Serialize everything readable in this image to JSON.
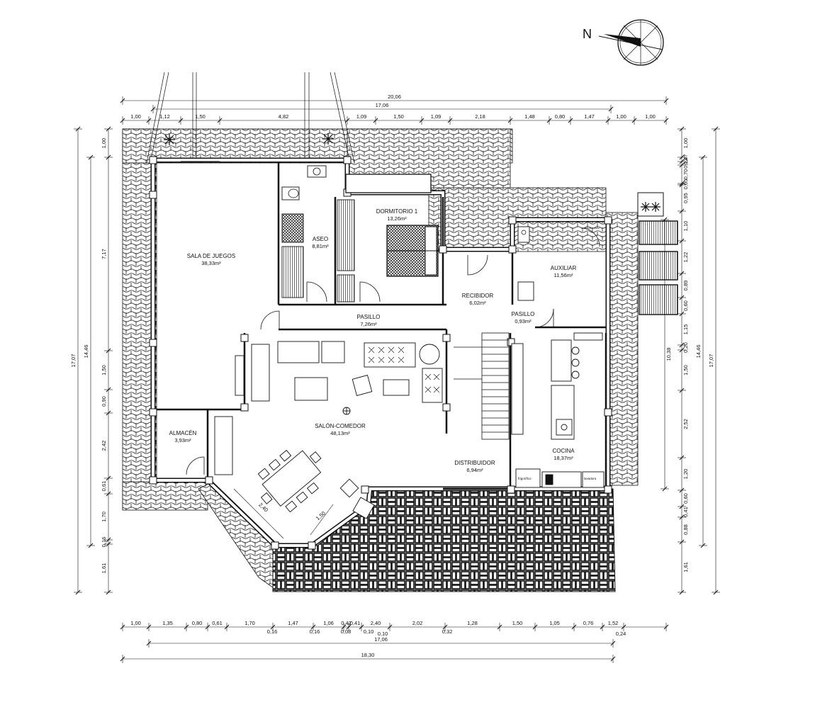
{
  "north": {
    "label": "N"
  },
  "rooms": [
    {
      "id": "sala",
      "name": "SALA DE JUEGOS",
      "area": "38,33m²"
    },
    {
      "id": "aseo",
      "name": "ASEO",
      "area": "8,81m²"
    },
    {
      "id": "dorm",
      "name": "DORMITORIO 1",
      "area": "13,26m²"
    },
    {
      "id": "recibidor",
      "name": "RECIBIDOR",
      "area": "6,02m²"
    },
    {
      "id": "auxiliar",
      "name": "AUXILIAR",
      "area": "11,56m²"
    },
    {
      "id": "pasillo1",
      "name": "PASILLO",
      "area": "7,26m²"
    },
    {
      "id": "pasillo2",
      "name": "PASILLO",
      "area": "0,93m²"
    },
    {
      "id": "salon",
      "name": "SALÓN-COMEDOR",
      "area": "48,13m²"
    },
    {
      "id": "almacen",
      "name": "ALMACÉN",
      "area": "3,93m²"
    },
    {
      "id": "cocina",
      "name": "COCINA",
      "area": "18,37m²"
    },
    {
      "id": "distribuidor",
      "name": "DISTRIBUIDOR",
      "area": "6,94m²"
    }
  ],
  "dimensions": {
    "top_overall": [
      "20,06",
      "17,06"
    ],
    "top_row": [
      "1,00",
      "1,12",
      "1,50",
      "4,82",
      "1,09",
      "1,50",
      "1,09",
      "2,18",
      "1,48",
      "0,80",
      "1,47",
      "1,00",
      "1,00"
    ],
    "bottom_row": [
      "1,00",
      "1,35",
      "0,80",
      "0,61",
      "1,70",
      "1,47",
      "1,06",
      "0,42",
      "0,41",
      "2,40",
      "2,02",
      "1,28",
      "1,50",
      "1,05",
      "0,76",
      "1,52"
    ],
    "bottom_small": [
      "0,16",
      "0,16",
      "0,08",
      "0,10",
      "0,10",
      "0,32",
      "0,24"
    ],
    "bottom_overall": [
      "17,06",
      "18,30"
    ],
    "left_outer": "17,07",
    "left_inner": "14,46",
    "left_row": [
      "1,00",
      "7,17",
      "1,50",
      "0,90",
      "2,42",
      "0,61",
      "1,70",
      "0,16",
      "1,61"
    ],
    "right_row": [
      "1,00",
      "0,47",
      "0,13",
      "0,70",
      "0,05",
      "0,95",
      "1,10",
      "1,22",
      "0,89",
      "0,60",
      "1,15",
      "0,20",
      "1,50",
      "2,52",
      "1,20",
      "0,60",
      "0,41",
      "0,88",
      "1,61"
    ],
    "right_mid": "10,38",
    "right_inner": "14,46",
    "right_outer": "17,07",
    "diag": [
      "2,40",
      "1,50"
    ]
  },
  "appliances": {
    "fridge": "frigorífico",
    "washer": "lavadora"
  }
}
